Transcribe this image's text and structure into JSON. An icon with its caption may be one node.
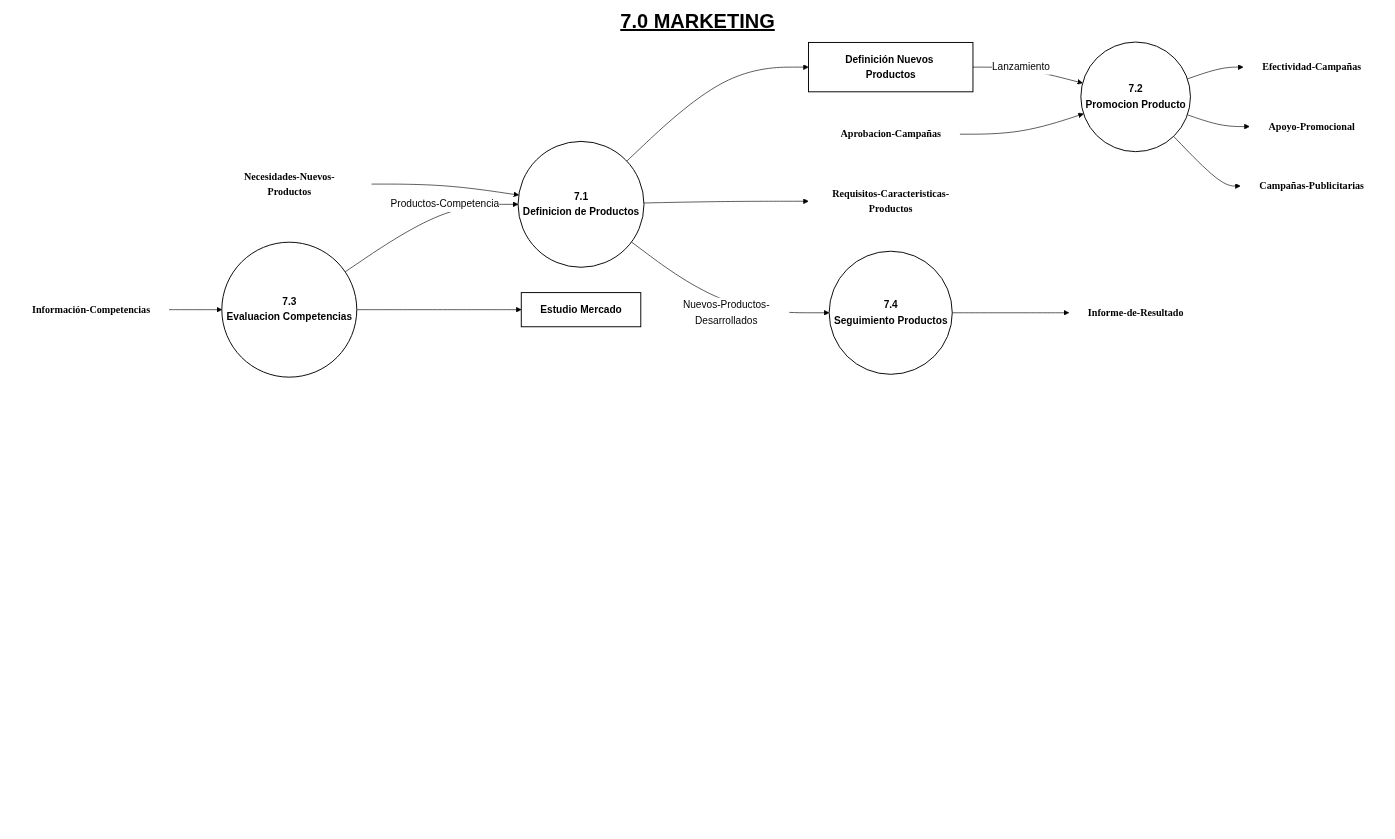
{
  "diagram": {
    "title": "7.0 MARKETING",
    "nodes": [
      {
        "text": [
          "Necesidades-Nuevos-Productos"
        ]
      },
      {
        "text": [
          "7.1",
          "Definicion de Productos"
        ]
      },
      {
        "text": [
          "Definición Nuevos Productos"
        ]
      },
      {
        "text": [
          "Aprobacion-Campañas"
        ]
      },
      {
        "text": [
          "Efectividad-Campañas"
        ]
      },
      {
        "text": [
          "7.2",
          "Promocion Producto"
        ]
      },
      {
        "text": [
          "Información-Competencias"
        ]
      },
      {
        "text": [
          "7.3",
          "Evaluacion Competencias"
        ]
      },
      {
        "text": [
          "Estudio Mercado"
        ]
      },
      {
        "text": [
          "Requisitos-Caracteristicas-Productos"
        ]
      },
      {
        "text": [
          "Apoyo-Promocional"
        ]
      },
      {
        "text": [
          "Campañas-Publicitarias"
        ]
      },
      {
        "text": [
          "7.4",
          "Seguimiento Productos"
        ]
      },
      {
        "text": [
          "Informe-de-Resultado"
        ]
      }
    ],
    "edges": [
      {
        "from": 0,
        "to": 1,
        "arrow": "to"
      },
      {
        "from": 7,
        "to": 1,
        "arrow": "to",
        "label": "Productos-Competencia"
      },
      {
        "from": 1,
        "to": 2,
        "arrow": "to"
      },
      {
        "from": 2,
        "to": 5,
        "arrow": "to",
        "label": "Lanzamiento"
      },
      {
        "from": 3,
        "to": 5,
        "arrow": "to"
      },
      {
        "from": 5,
        "to": 4,
        "arrow": "to"
      },
      {
        "from": 6,
        "to": 7,
        "arrow": "to"
      },
      {
        "from": 7,
        "to": 8,
        "arrow": "to"
      },
      {
        "from": 1,
        "to": 9,
        "arrow": "to"
      },
      {
        "from": 5,
        "to": 10,
        "arrow": "to"
      },
      {
        "from": 5,
        "to": 11,
        "arrow": "to"
      },
      {
        "from": 1,
        "to": 12,
        "arrow": "to",
        "label": "Nuevos-Productos-Desarrollados"
      },
      {
        "from": 12,
        "to": 13,
        "arrow": "to"
      }
    ]
  }
}
